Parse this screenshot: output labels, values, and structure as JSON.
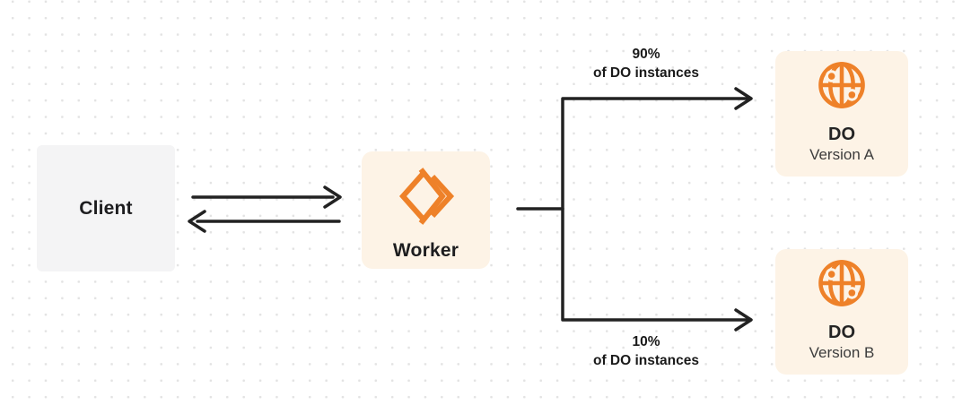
{
  "diagram": {
    "nodes": {
      "client": {
        "label": "Client"
      },
      "worker": {
        "label": "Worker",
        "icon": "workers-chevrons-icon"
      },
      "do_a": {
        "title": "DO",
        "subtitle": "Version A",
        "icon": "globe-icon"
      },
      "do_b": {
        "title": "DO",
        "subtitle": "Version B",
        "icon": "globe-icon"
      }
    },
    "labels": {
      "top_percent": "90%",
      "top_caption": "of DO instances",
      "bottom_percent": "10%",
      "bottom_caption": "of DO instances"
    },
    "colors": {
      "accent_orange": "#EE8129",
      "node_cream": "#FDF3E6",
      "node_gray": "#F4F4F5",
      "connector_dark": "#222222",
      "dot_grid": "#E3E3E3"
    }
  }
}
